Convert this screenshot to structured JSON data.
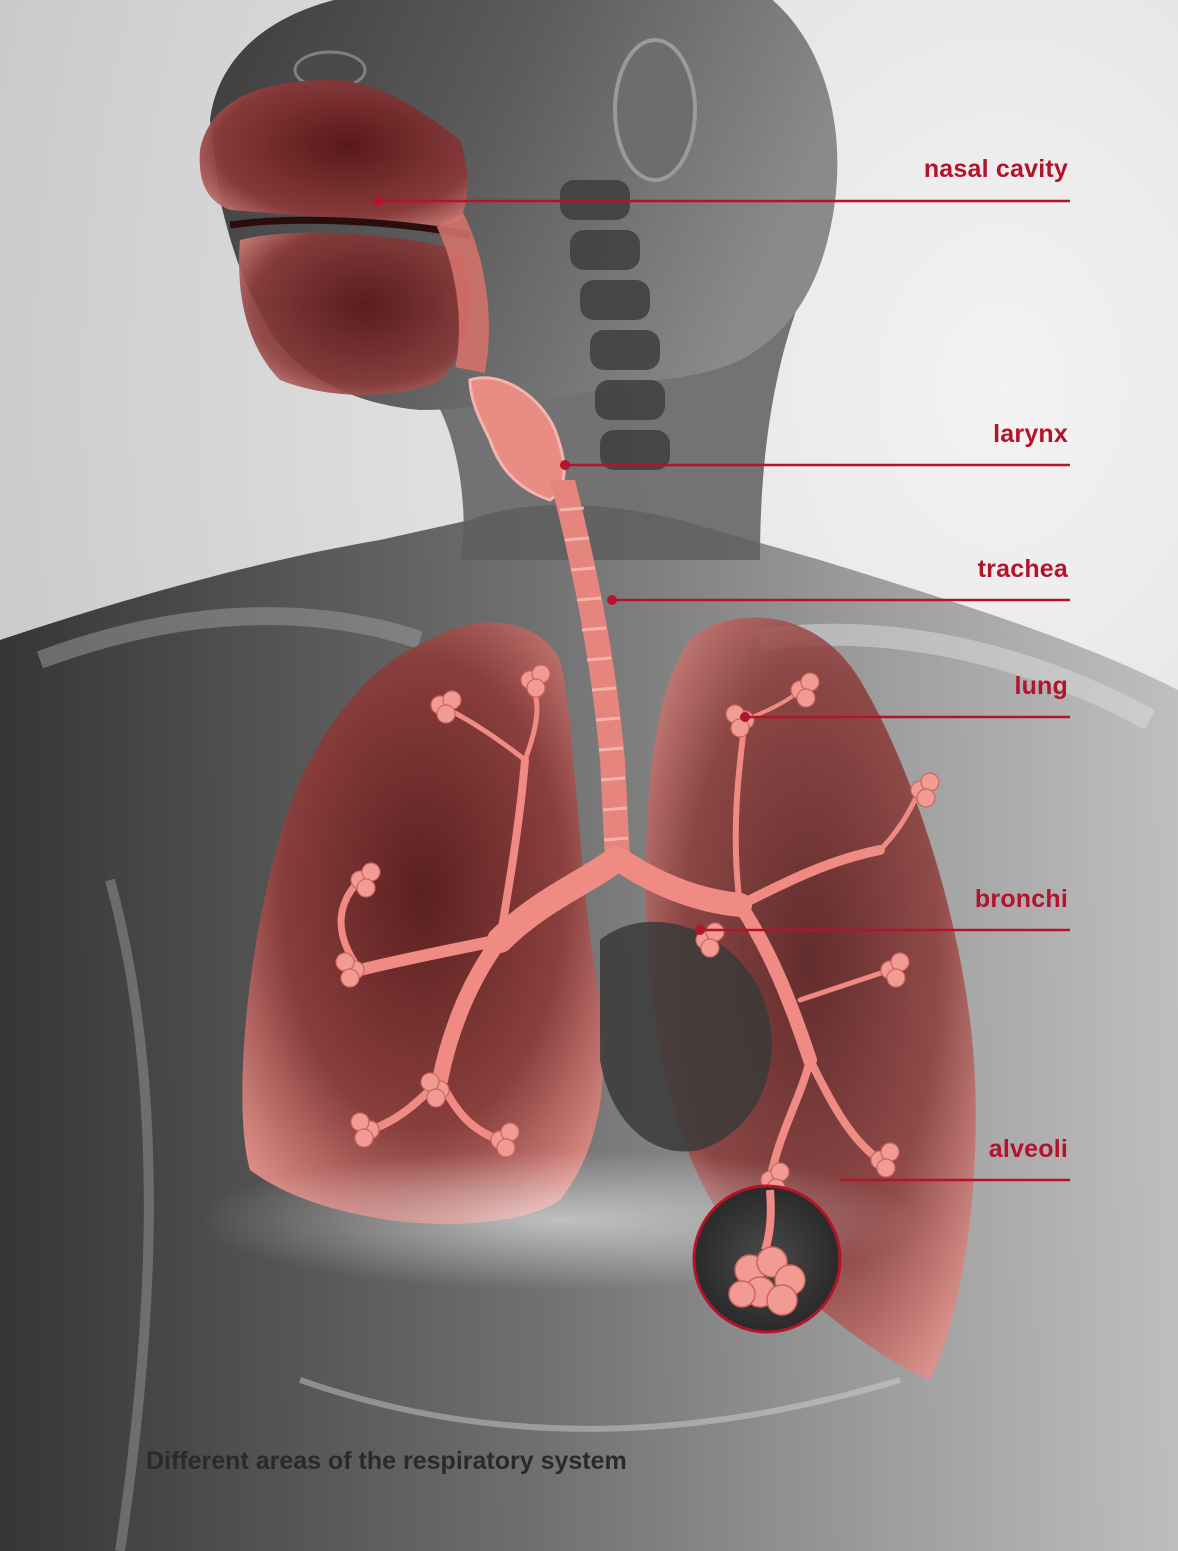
{
  "colors": {
    "accent": "#b3132b",
    "organ": "#f07a73",
    "organ_light": "#ffc7c0",
    "body_dark": "#3a3a3a",
    "background": "#e7e7e7",
    "caption": "#2a2a2a"
  },
  "labels": {
    "nasal_cavity": "nasal cavity",
    "larynx": "larynx",
    "trachea": "trachea",
    "lung": "lung",
    "bronchi": "bronchi",
    "alveoli": "alveoli"
  },
  "caption": "Different areas of the respiratory system"
}
